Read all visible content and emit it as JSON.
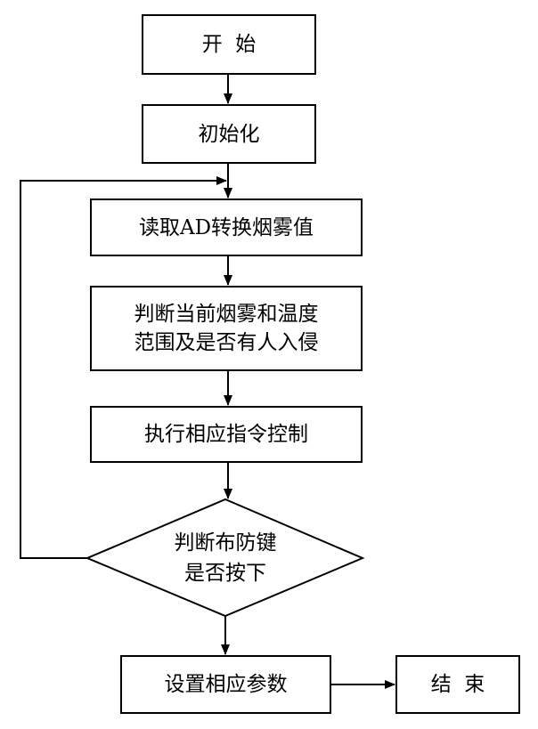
{
  "flowchart": {
    "start": "开  始",
    "init": "初始化",
    "read_ad": "读取AD转换烟雾值",
    "judge_line1": "判断当前烟雾和温度",
    "judge_line2": "范围及是否有人入侵",
    "execute": "执行相应指令控制",
    "decision_line1": "判断布防键",
    "decision_line2": "是否按下",
    "set_params": "设置相应参数",
    "end": "结  束"
  }
}
